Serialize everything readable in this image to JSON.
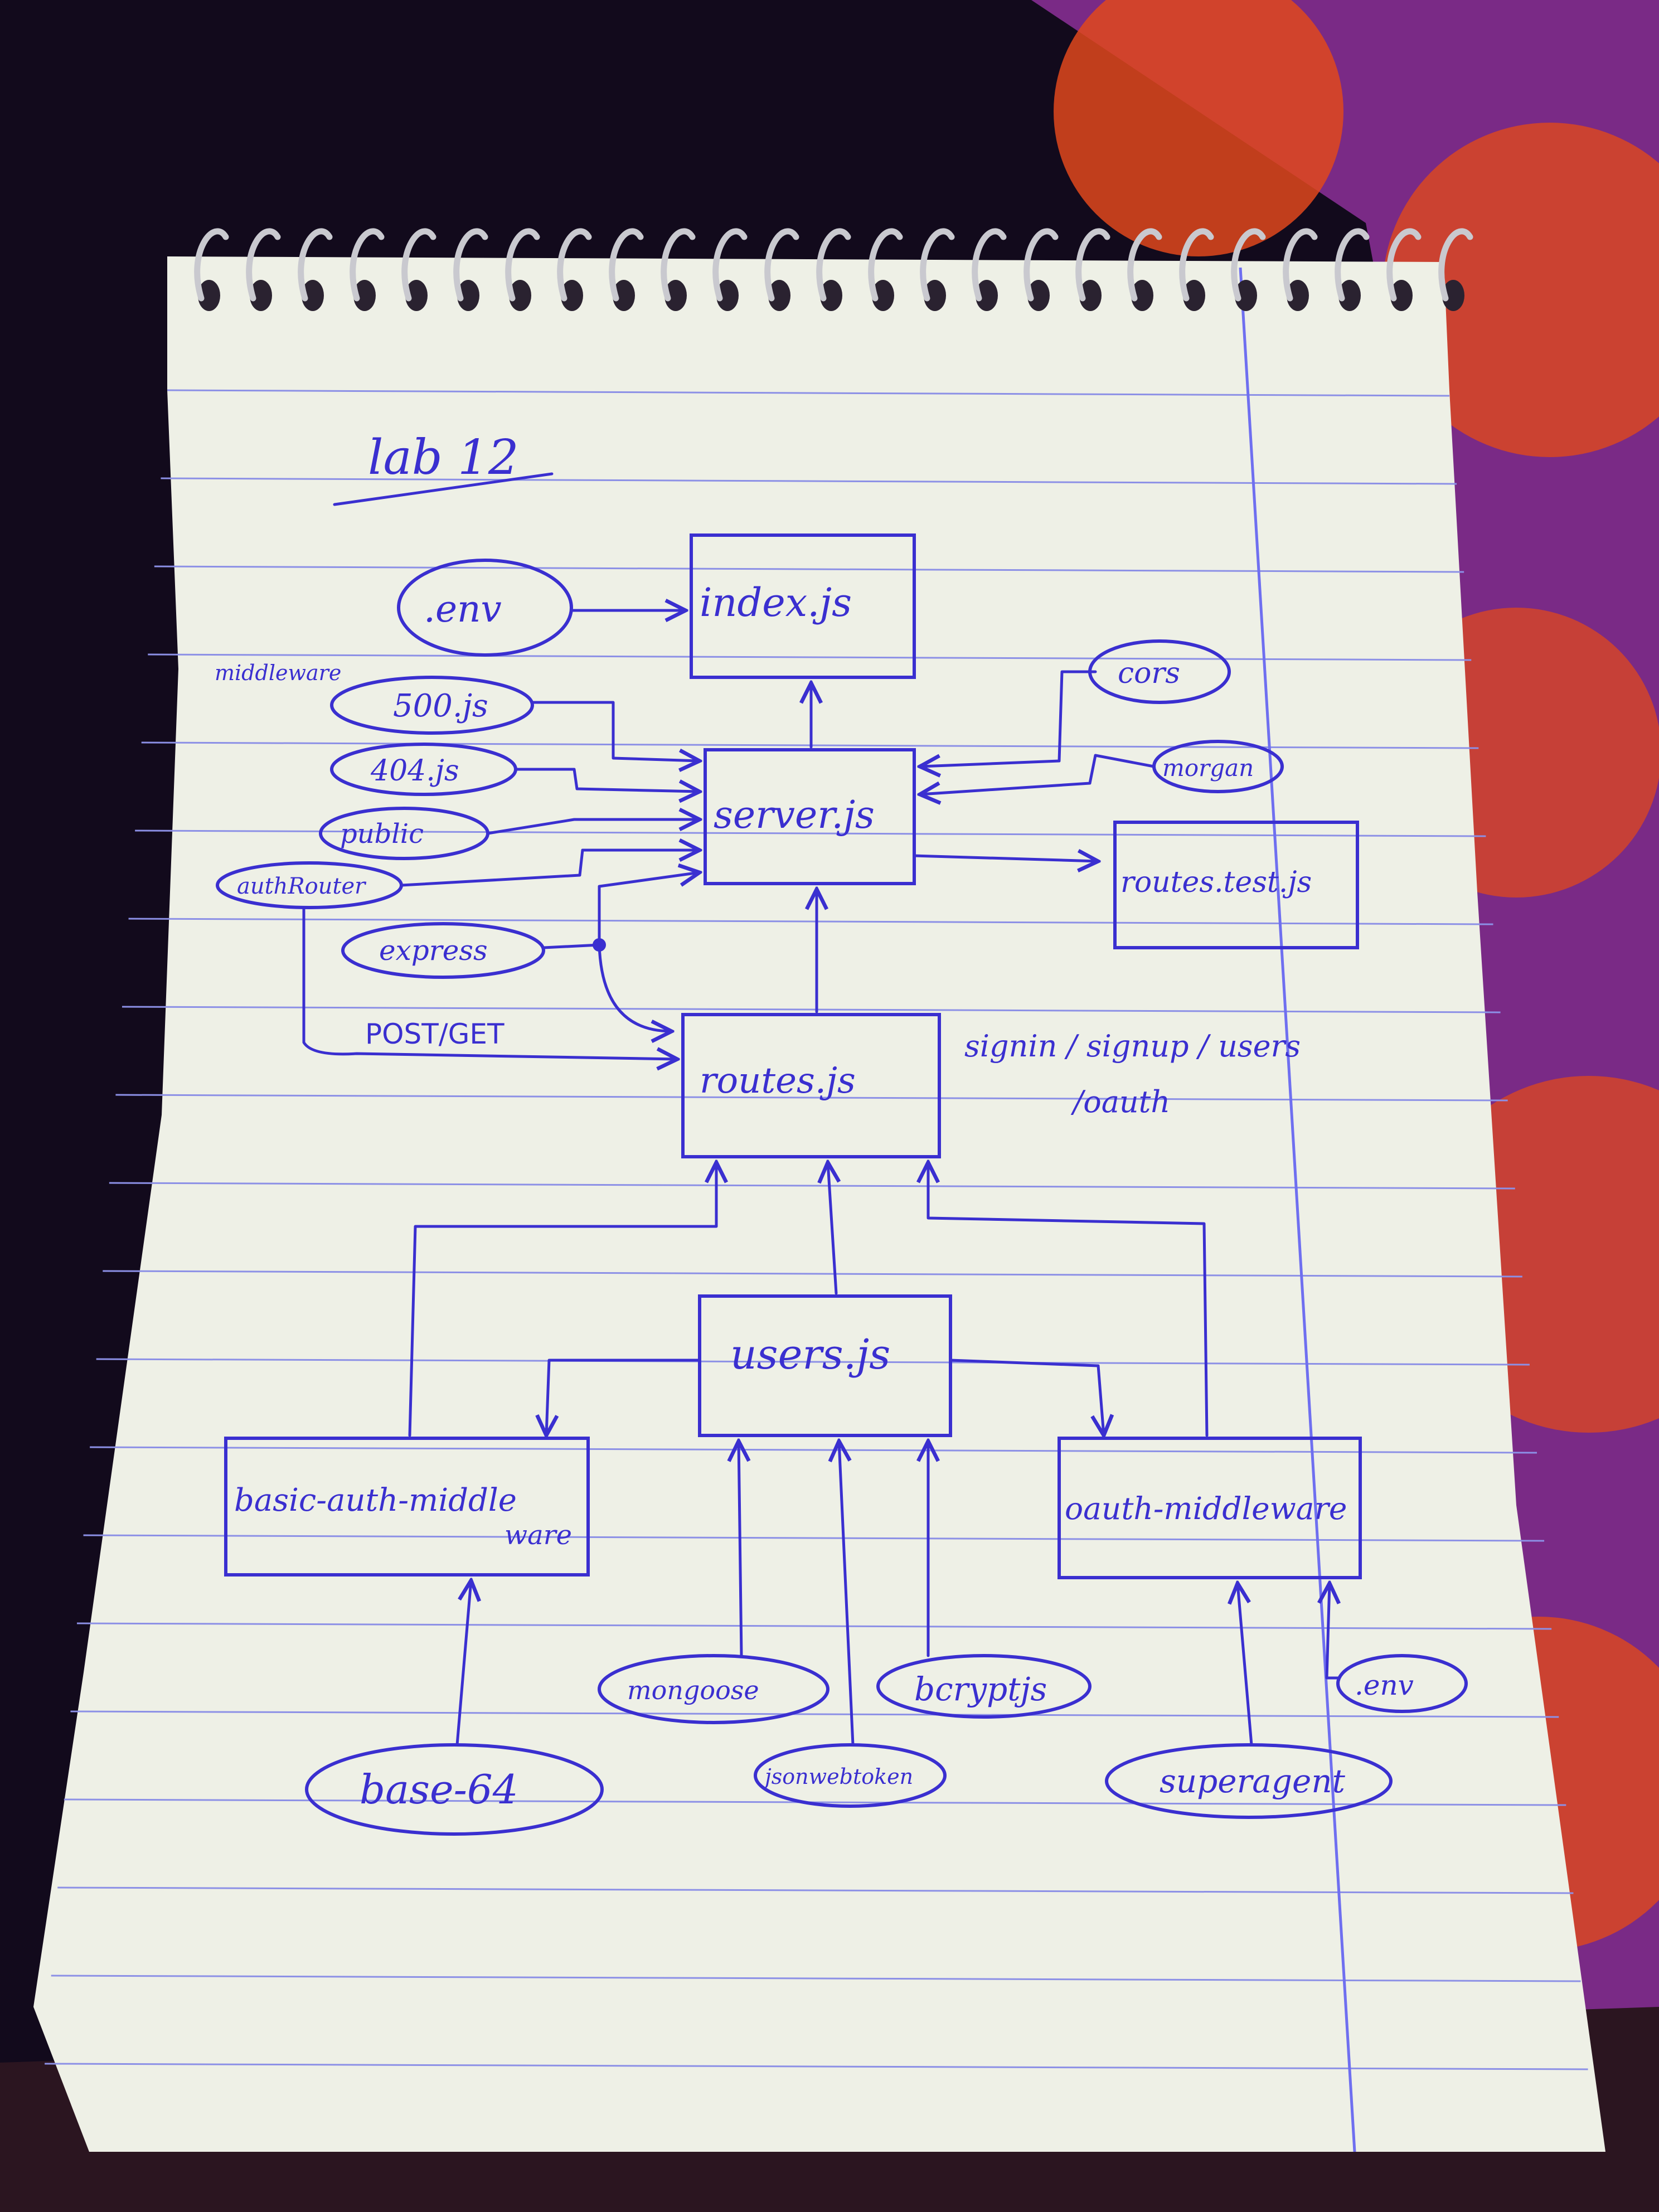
{
  "title": "lab 12",
  "colors": {
    "ink": "#3a2fd0",
    "paper": "#eef0e6",
    "rule": "#8c90e6",
    "margin_line": "#6f6ff0",
    "fabric_orange": "#e0481c",
    "fabric_purple": "#8a2f8e",
    "background": "#120a1c"
  },
  "boxes": {
    "index": "index.js",
    "server": "server.js",
    "routes_test": "routes.test.js",
    "routes": "routes.js",
    "users": "users.js",
    "basic_auth_line1": "basic-auth-middle",
    "basic_auth_line2": "ware",
    "oauth": "oauth-middleware"
  },
  "ovals": {
    "env_top": ".env",
    "file_500": "500.js",
    "file_404": "404.js",
    "public": "public",
    "auth_router": "authRouter",
    "express": "express",
    "cors": "cors",
    "morgan": "morgan",
    "mongoose": "mongoose",
    "bcryptjs": "bcryptjs",
    "jsonwebtoken": "jsonwebtoken",
    "base64": "base-64",
    "superagent": "superagent",
    "env_bottom": ".env"
  },
  "labels": {
    "middleware": "middleware",
    "post_get": "POST/GET",
    "routes_line1": "signin / signup / users",
    "routes_line2": "/oauth"
  }
}
